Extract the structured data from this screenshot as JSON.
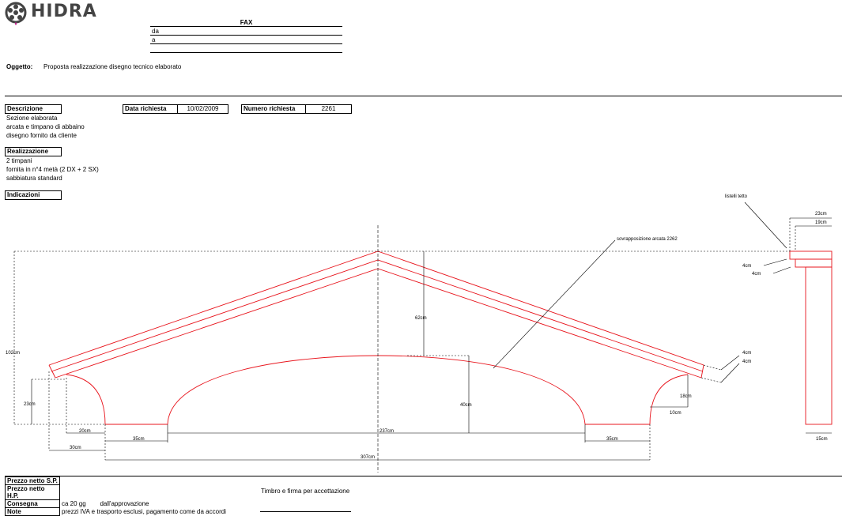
{
  "brand": {
    "name": "HIDRA"
  },
  "fax": {
    "title": "FAX",
    "from_label": "da",
    "to_label": "a"
  },
  "subject": {
    "label": "Oggetto:",
    "value": "Proposta realizzazione disegno tecnico elaborato"
  },
  "fields": {
    "descrizione_label": "Descrizione",
    "data_richiesta_label": "Data richiesta",
    "data_richiesta_value": "10/02/2009",
    "numero_richiesta_label": "Numero richiesta",
    "numero_richiesta_value": "2261"
  },
  "description_lines": [
    "Sezione elaborata",
    "arcata e timpano di abbaino",
    "disegno fornito da cliente"
  ],
  "realizzazione": {
    "label": "Realizzazione",
    "lines": [
      "2 timpani",
      "fornita in n°4 metà (2 DX + 2 SX)",
      "sabbiatura standard"
    ]
  },
  "indicazioni": {
    "label": "Indicazioni"
  },
  "drawing": {
    "labels": {
      "listelli": "listelli tetto",
      "sovrapposizione": "sovrapposizione arcata 2262",
      "h102": "102cm",
      "h62": "62cm",
      "h40": "40cm",
      "h23": "23cm",
      "w20": "20cm",
      "w30": "30cm",
      "w35l": "35cm",
      "w35r": "35cm",
      "w237": "237cm",
      "w307": "307cm",
      "r23": "23cm",
      "r19": "19cm",
      "r4a": "4cm",
      "r4b": "4cm",
      "r4c": "4cm",
      "r4d": "4cm",
      "h18": "18cm",
      "w10": "10cm",
      "w15": "15cm"
    }
  },
  "footer": {
    "rows": [
      {
        "label": "Prezzo netto S.P.",
        "value": ""
      },
      {
        "label": "Prezzo netto H.P.",
        "value": ""
      },
      {
        "label": "Consegna",
        "value": "ca 20 gg        dall'approvazione"
      },
      {
        "label": "Note",
        "value": "prezzi IVA e trasporto esclusi, pagamento come da accordi"
      }
    ],
    "signature_label": "Timbro e firma per accettazione"
  },
  "colors": {
    "drawing_red": "#e8141c"
  }
}
